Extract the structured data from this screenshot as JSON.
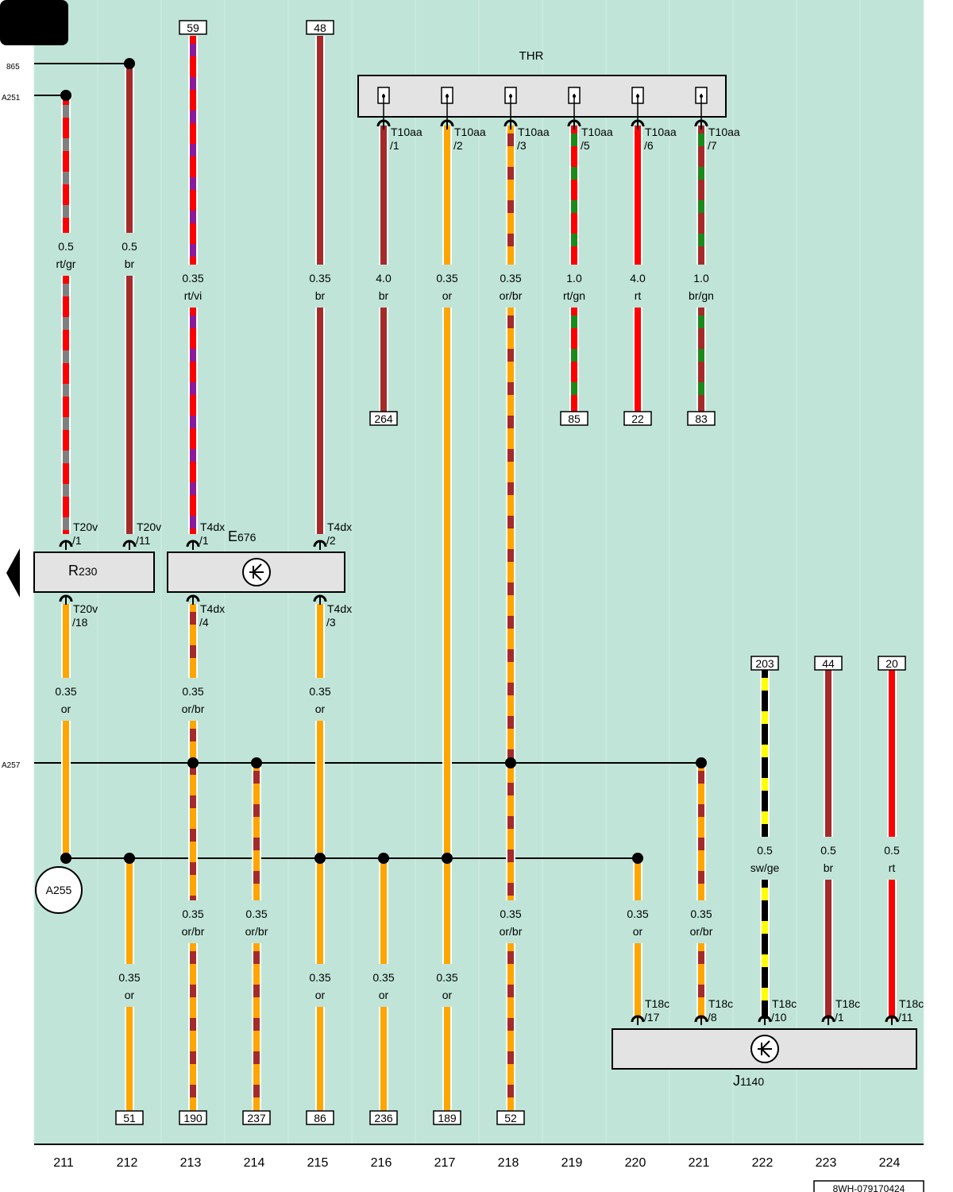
{
  "diagram_code": "8WH-079170424",
  "colors": {
    "background": "#c0e5d8",
    "box": "#e3e3e3",
    "rt": "#ff0000",
    "br": "#a52a2a",
    "or": "#ffa500",
    "gr": "#808080",
    "vi": "#8b1a9a",
    "gn": "#1a8a1a",
    "sw": "#000000",
    "ge": "#ffff00"
  },
  "columns": [
    "211",
    "212",
    "213",
    "214",
    "215",
    "216",
    "217",
    "218",
    "219",
    "220",
    "221",
    "222",
    "223",
    "224"
  ],
  "bus_labels": {
    "b865": "865",
    "a251": "A251",
    "a257": "A257"
  },
  "components": {
    "thr": "THR",
    "r230_letter": "R",
    "r230_sub": "230",
    "e676_letter": "E",
    "e676_sub": "676",
    "j1140_letter": "J",
    "j1140_sub": "1140",
    "a255": "A255"
  },
  "refs": {
    "top": [
      "59",
      "48",
      "203",
      "44",
      "20"
    ],
    "mid": [
      "264",
      "85",
      "22",
      "83"
    ],
    "bottom": [
      "51",
      "190",
      "237",
      "86",
      "236",
      "189",
      "52"
    ]
  },
  "pins": {
    "t20v_1": [
      "T20v",
      "/1"
    ],
    "t20v_11": [
      "T20v",
      "/11"
    ],
    "t4dx_1": [
      "T4dx",
      "/1"
    ],
    "t4dx_2": [
      "T4dx",
      "/2"
    ],
    "t20v_18": [
      "T20v",
      "/18"
    ],
    "t4dx_4": [
      "T4dx",
      "/4"
    ],
    "t4dx_3": [
      "T4dx",
      "/3"
    ],
    "t10aa_1": [
      "T10aa",
      "/1"
    ],
    "t10aa_2": [
      "T10aa",
      "/2"
    ],
    "t10aa_3": [
      "T10aa",
      "/3"
    ],
    "t10aa_5": [
      "T10aa",
      "/5"
    ],
    "t10aa_6": [
      "T10aa",
      "/6"
    ],
    "t10aa_7": [
      "T10aa",
      "/7"
    ],
    "t18c_17": [
      "T18c",
      "/17"
    ],
    "t18c_8": [
      "T18c",
      "/8"
    ],
    "t18c_10": [
      "T18c",
      "/10"
    ],
    "t18c_1": [
      "T18c",
      "/1"
    ],
    "t18c_11": [
      "T18c",
      "/11"
    ]
  },
  "wires": {
    "w211a": [
      "0.5",
      "rt/gr"
    ],
    "w212a": [
      "0.5",
      "br"
    ],
    "w213a": [
      "0.35",
      "rt/vi"
    ],
    "w215a": [
      "0.35",
      "br"
    ],
    "w216a": [
      "4.0",
      "br"
    ],
    "w217a": [
      "0.35",
      "or"
    ],
    "w218a": [
      "0.35",
      "or/br"
    ],
    "w219a": [
      "1.0",
      "rt/gn"
    ],
    "w220a": [
      "4.0",
      "rt"
    ],
    "w221a": [
      "1.0",
      "br/gn"
    ],
    "w211b": [
      "0.35",
      "or"
    ],
    "w213b": [
      "0.35",
      "or/br"
    ],
    "w215b": [
      "0.35",
      "or"
    ],
    "w213c": [
      "0.35",
      "or/br"
    ],
    "w214c": [
      "0.35",
      "or/br"
    ],
    "w218c": [
      "0.35",
      "or/br"
    ],
    "w220c": [
      "0.35",
      "or"
    ],
    "w221c": [
      "0.35",
      "or/br"
    ],
    "w222c": [
      "0.5",
      "sw/ge"
    ],
    "w223c": [
      "0.5",
      "br"
    ],
    "w224c": [
      "0.5",
      "rt"
    ],
    "w212d": [
      "0.35",
      "or"
    ],
    "w215d": [
      "0.35",
      "or"
    ],
    "w216d": [
      "0.35",
      "or"
    ],
    "w217d": [
      "0.35",
      "or"
    ]
  }
}
